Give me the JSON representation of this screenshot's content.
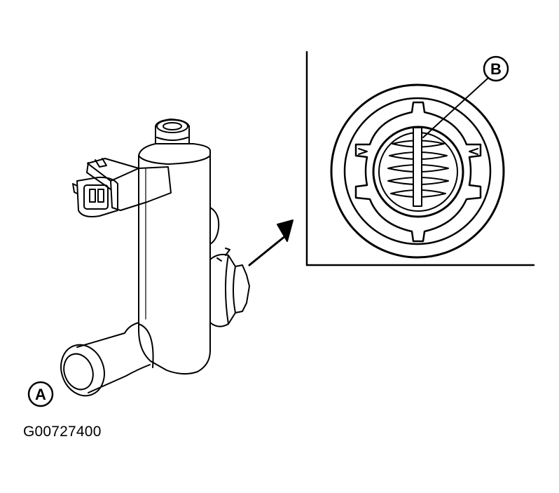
{
  "figure_id": "G00727400",
  "callouts": {
    "a": "A",
    "b": "B"
  },
  "colors": {
    "ink": "#000000",
    "paper": "#ffffff"
  }
}
